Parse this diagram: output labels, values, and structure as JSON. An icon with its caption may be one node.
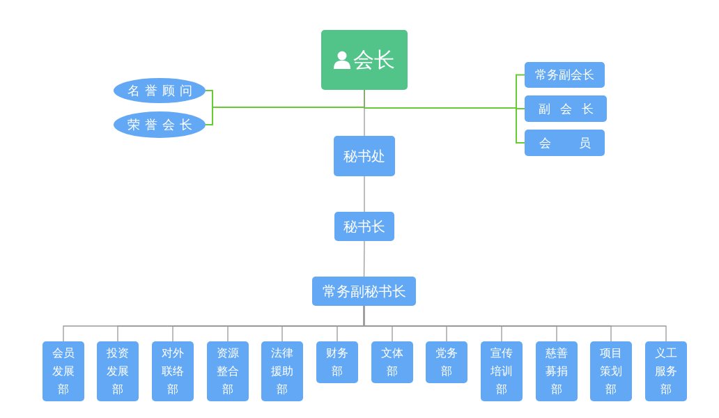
{
  "diagram": {
    "nodes": [
      {
        "text": [
          "会长"
        ]
      },
      {
        "text": [
          "名誉顾问"
        ]
      },
      {
        "text": [
          "荣誉会长"
        ]
      },
      {
        "text": [
          "常务副会长"
        ]
      },
      {
        "text": [
          "副会长"
        ]
      },
      {
        "text": [
          "会员"
        ]
      },
      {
        "text": [
          "秘书处"
        ]
      },
      {
        "text": [
          "秘书长"
        ]
      },
      {
        "text": [
          "常务副秘书长"
        ]
      },
      {
        "text": [
          "会员发展部"
        ]
      },
      {
        "text": [
          "投资发展部"
        ]
      },
      {
        "text": [
          "对外联络部"
        ]
      },
      {
        "text": [
          "资源整合部"
        ]
      },
      {
        "text": [
          "法律援助部"
        ]
      },
      {
        "text": [
          "财务部"
        ]
      },
      {
        "text": [
          "文体部"
        ]
      },
      {
        "text": [
          "党务部"
        ]
      },
      {
        "text": [
          "宣传培训部"
        ]
      },
      {
        "text": [
          "慈善募捐部"
        ]
      },
      {
        "text": [
          "项目策划部"
        ]
      },
      {
        "text": [
          "义工服务部"
        ]
      }
    ],
    "edges": [
      {
        "from": 1,
        "to": 0,
        "arrow": "none",
        "color": "#66cc33"
      },
      {
        "from": 2,
        "to": 0,
        "arrow": "none",
        "color": "#66cc33"
      },
      {
        "from": 0,
        "to": 3,
        "arrow": "none",
        "color": "#66cc33"
      },
      {
        "from": 0,
        "to": 4,
        "arrow": "none",
        "color": "#66cc33"
      },
      {
        "from": 0,
        "to": 5,
        "arrow": "none",
        "color": "#66cc33"
      },
      {
        "from": 0,
        "to": 6,
        "arrow": "none"
      },
      {
        "from": 6,
        "to": 7,
        "arrow": "none"
      },
      {
        "from": 7,
        "to": 8,
        "arrow": "none"
      },
      {
        "from": 8,
        "to": 9,
        "arrow": "none"
      },
      {
        "from": 8,
        "to": 10,
        "arrow": "none"
      },
      {
        "from": 8,
        "to": 11,
        "arrow": "none"
      },
      {
        "from": 8,
        "to": 12,
        "arrow": "none"
      },
      {
        "from": 8,
        "to": 13,
        "arrow": "none"
      },
      {
        "from": 8,
        "to": 14,
        "arrow": "none"
      },
      {
        "from": 8,
        "to": 15,
        "arrow": "none"
      },
      {
        "from": 8,
        "to": 16,
        "arrow": "none"
      },
      {
        "from": 8,
        "to": 17,
        "arrow": "none"
      },
      {
        "from": 8,
        "to": 18,
        "arrow": "none"
      },
      {
        "from": 8,
        "to": 19,
        "arrow": "none"
      },
      {
        "from": 8,
        "to": 20,
        "arrow": "none"
      }
    ]
  }
}
